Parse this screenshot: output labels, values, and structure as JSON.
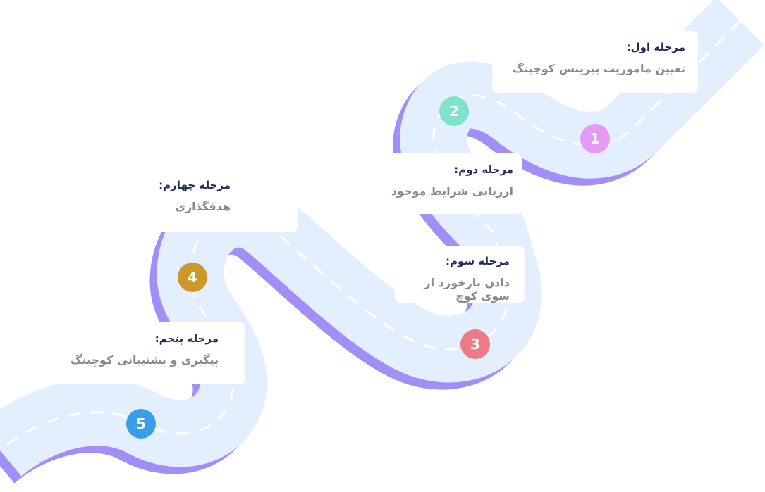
{
  "colors": {
    "road": "#e3efff",
    "road_edge": "#a28ef7",
    "dash": "#ffffff"
  },
  "steps": [
    {
      "number": "1",
      "title": "مرحله اول:",
      "desc": "تعیین ماموریت بیزینس کوچینگ",
      "color": "#e69af5"
    },
    {
      "number": "2",
      "title": "مرحله دوم:",
      "desc": "ارزیابی شرایط موجود",
      "color": "#7ee3c9"
    },
    {
      "number": "3",
      "title": "مرحله سوم:",
      "desc": "دادن بازخورد از سوی کوچ",
      "color": "#ee7a86"
    },
    {
      "number": "4",
      "title": "مرحله چهارم:",
      "desc": "هدفگذاری",
      "color": "#cc9827"
    },
    {
      "number": "5",
      "title": "مرحله پنجم:",
      "desc": "پیگیری و پشتیبانی کوچینگ",
      "color": "#3a9ee6"
    }
  ]
}
